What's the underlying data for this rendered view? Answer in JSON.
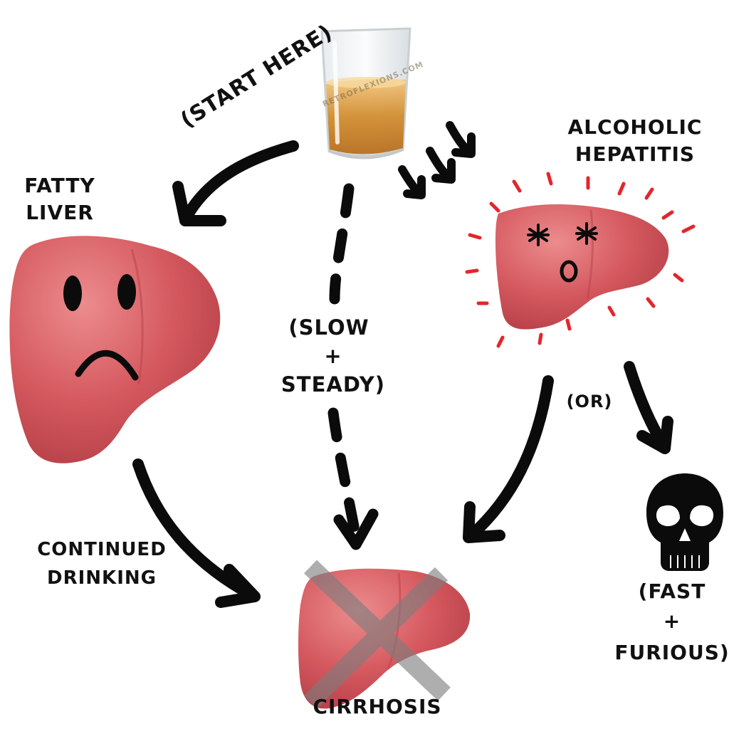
{
  "labels": {
    "start_here": "(START HERE)",
    "watermark": "RETROFLEXIONS.COM",
    "alcoholic": "ALCOHOLIC",
    "hepatitis": "HEPATITIS",
    "fatty": "FATTY",
    "liver": "LIVER",
    "slow": "(SLOW",
    "plus1": "+",
    "steady": "STEADY)",
    "or": "(OR)",
    "continued": "CONTINUED",
    "drinking": "DRINKING",
    "fast": "(FAST",
    "plus2": "+",
    "furious": "FURIOUS)",
    "cirrhosis": "CIRRHOSIS"
  },
  "colors": {
    "liver_fill": "#d2555b",
    "liver_highlight": "#e98385",
    "liver_shade": "#b43e46",
    "ink": "#0b0b0b",
    "burst_red": "#e3262b",
    "whiskey": "#d18a2c",
    "cross_gray": "#7d7d7d"
  },
  "icons": [
    "whiskey-glass-icon",
    "sad-liver-icon",
    "dizzy-liver-icon",
    "skull-icon",
    "crossed-liver-icon"
  ]
}
